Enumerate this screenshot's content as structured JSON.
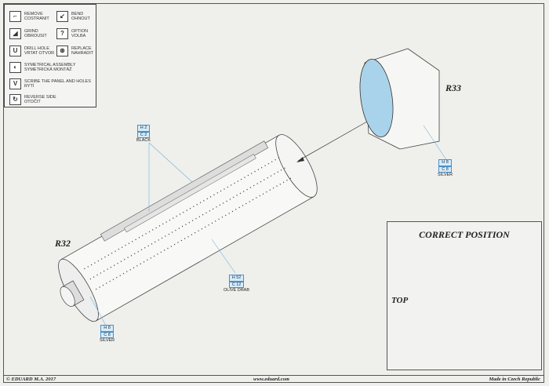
{
  "legend": [
    {
      "icon": "remove-icon",
      "glyph": "⌐",
      "label1": "REMOVE",
      "label2": "COSTRANIT"
    },
    {
      "icon": "bend-icon",
      "glyph": "↙",
      "label1": "BEND",
      "label2": "OHNOUT"
    },
    {
      "icon": "grind-icon",
      "glyph": "◢",
      "label1": "GRIND",
      "label2": "OBROUSIT"
    },
    {
      "icon": "option-icon",
      "glyph": "?",
      "label1": "OPTION",
      "label2": "VOLBA"
    },
    {
      "icon": "drill-hole-icon",
      "glyph": "U",
      "label1": "DRILL HOLE",
      "label2": "VRTAT OTVOR"
    },
    {
      "icon": "replace-icon",
      "glyph": "⊛",
      "label1": "REPLACE",
      "label2": "NAHRADIT"
    },
    {
      "icon": "symetrical-assembly-icon",
      "glyph": "◐",
      "label1": "SYMETRICAL ASSEMBLY",
      "label2": "SYMETRICKÁ MONTÁŽ"
    },
    {
      "icon": "scribe-icon",
      "glyph": "V",
      "label1": "SCRIBE THE PANEL AND HOLES",
      "label2": "RYTÍ"
    },
    {
      "icon": "reverse-side-icon",
      "glyph": "↻",
      "label1": "REVERSE SIDE",
      "label2": "OTOČIT"
    }
  ],
  "parts": {
    "r32": "R32",
    "r33": "R33"
  },
  "color_tags": [
    {
      "h": "H 2",
      "c": "C 2",
      "name": "BLACK"
    },
    {
      "h": "H 8",
      "c": "C 8",
      "name": "SILVER"
    },
    {
      "h": "H 52",
      "c": "C 12",
      "name": "OLIVE DRAB"
    },
    {
      "h": "H 8",
      "c": "C 8",
      "name": "SILVER"
    }
  ],
  "correct_position": {
    "title": "CORRECT POSITION",
    "top_label": "TOP"
  },
  "footer": {
    "copyright": "© EDUARD  M.A. 2017",
    "url": "www.eduard.com",
    "origin": "Made in Czech Republic"
  },
  "colors": {
    "blue_part": "#a9d3ea",
    "tag_border": "#4a90c8"
  }
}
